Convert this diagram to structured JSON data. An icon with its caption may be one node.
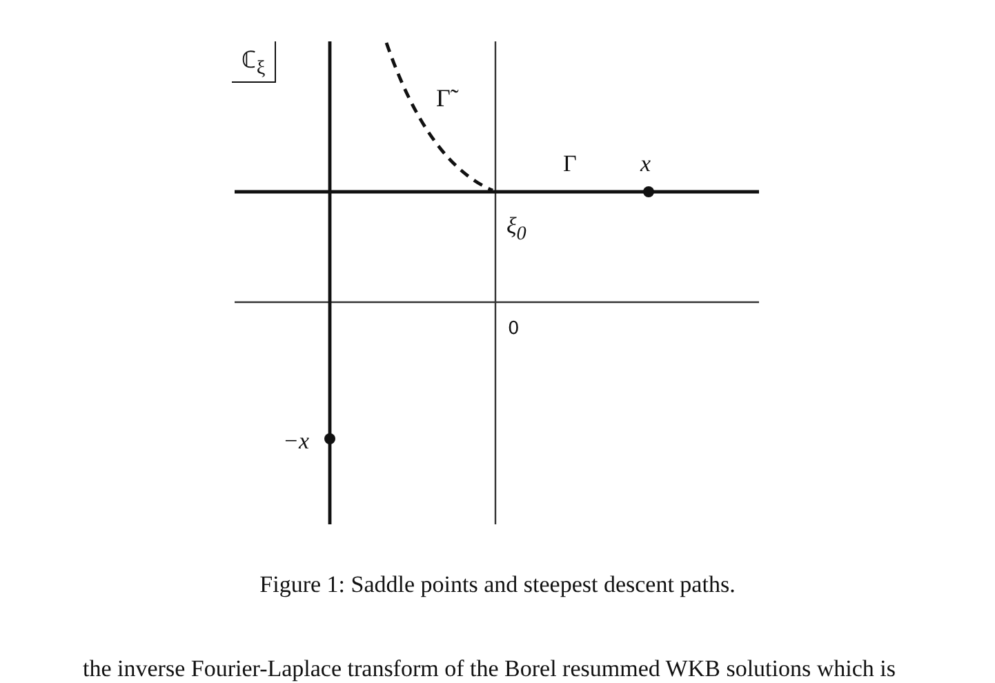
{
  "diagram": {
    "caption": "Figure 1: Saddle points and steepest descent paths.",
    "nodes": [
      {
        "text": [
          "ℂ$_{ξ}$"
        ]
      }
    ],
    "labels": [
      "Γ̃",
      "Γ",
      "x",
      "ξ$_{0}$",
      "0",
      "−x",
      "the inverse Fourier-Laplace transform of the Borel resummed WKB solutions which is"
    ]
  }
}
